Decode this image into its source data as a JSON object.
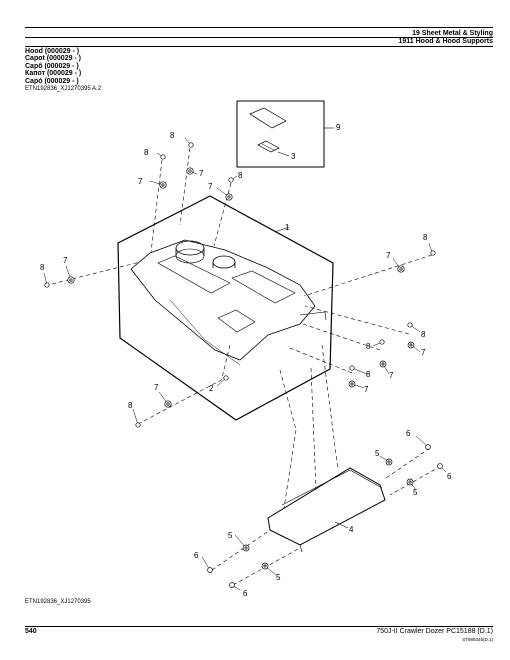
{
  "header": {
    "section": "19 Sheet Metal & Styling",
    "group": "1911 Hood & Hood Supports"
  },
  "part_names": [
    "Hood (000029 - )",
    "Capot (000029 - )",
    "Capô (000029 - )",
    "Капот (000029 - )",
    "Capó (000029 - )"
  ],
  "figure_ref_top": "ETN192836_XJ1270395 A.2",
  "figure_ref_bottom": "ETN192836_XJ1270395",
  "callouts": {
    "c1": "1",
    "c2": "2",
    "c3": "3",
    "c4": "4",
    "c5": "5",
    "c6": "6",
    "c7": "7",
    "c8": "8",
    "c9": "9"
  },
  "footer": {
    "page": "540",
    "book": "750J-II Crawler Dozer   PC15188   (D.1)",
    "code": "ST989345(D.1)"
  }
}
